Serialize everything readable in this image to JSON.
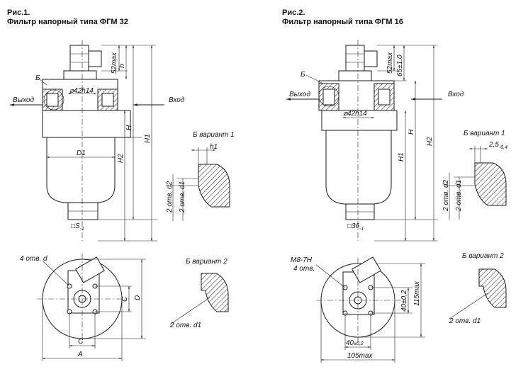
{
  "figures": [
    {
      "number": "Рис.1.",
      "title": "Фильтр напорный типа ФГМ 32",
      "labels": {
        "b": "Б",
        "outlet": "Выход",
        "inlet": "Вход",
        "bore": "⌀42h14",
        "d1": "D1",
        "dim_52max": "52max",
        "h": "h",
        "H": "H",
        "H1": "H1",
        "H2": "H2",
        "wrench": "□S",
        "wrench_tol": "-1",
        "holes": "4 отв. d",
        "C": "C",
        "D": "D",
        "A": "A"
      },
      "variant1": {
        "title": "Б вариант 1",
        "h1": "h1",
        "holes_d2": "2 отв. d2",
        "holes_d1": "2 отв. d1"
      },
      "variant2": {
        "title": "Б вариант 2",
        "holes_d1": "2 отв. d1"
      }
    },
    {
      "number": "Рис.2.",
      "title": "Фильтр напорный типа ФГМ 16",
      "labels": {
        "b": "Б",
        "outlet": "Выход",
        "inlet": "Вход",
        "bore": "⌀42h14",
        "dim_52max": "52max",
        "dim_65": "65±1,0",
        "H": "H",
        "H1": "H1",
        "H2": "H2",
        "wrench": "□36",
        "wrench_tol": "-1",
        "thread": "M8-7H",
        "holes4": "4 отв.",
        "dim_40v": "40±0,2",
        "dim_115": "115max",
        "dim_40h": "40",
        "dim_40h_tol": "±0,2",
        "dim_105": "105max"
      },
      "variant1": {
        "title": "Б вариант 1",
        "h1": "2,5",
        "h1_tol": "-0,4",
        "holes_d2": "2 отв. d2",
        "holes_d1": "2 отв. d1"
      },
      "variant2": {
        "title": "Б вариант 2",
        "holes_d1": "2 отв. d1"
      }
    }
  ]
}
